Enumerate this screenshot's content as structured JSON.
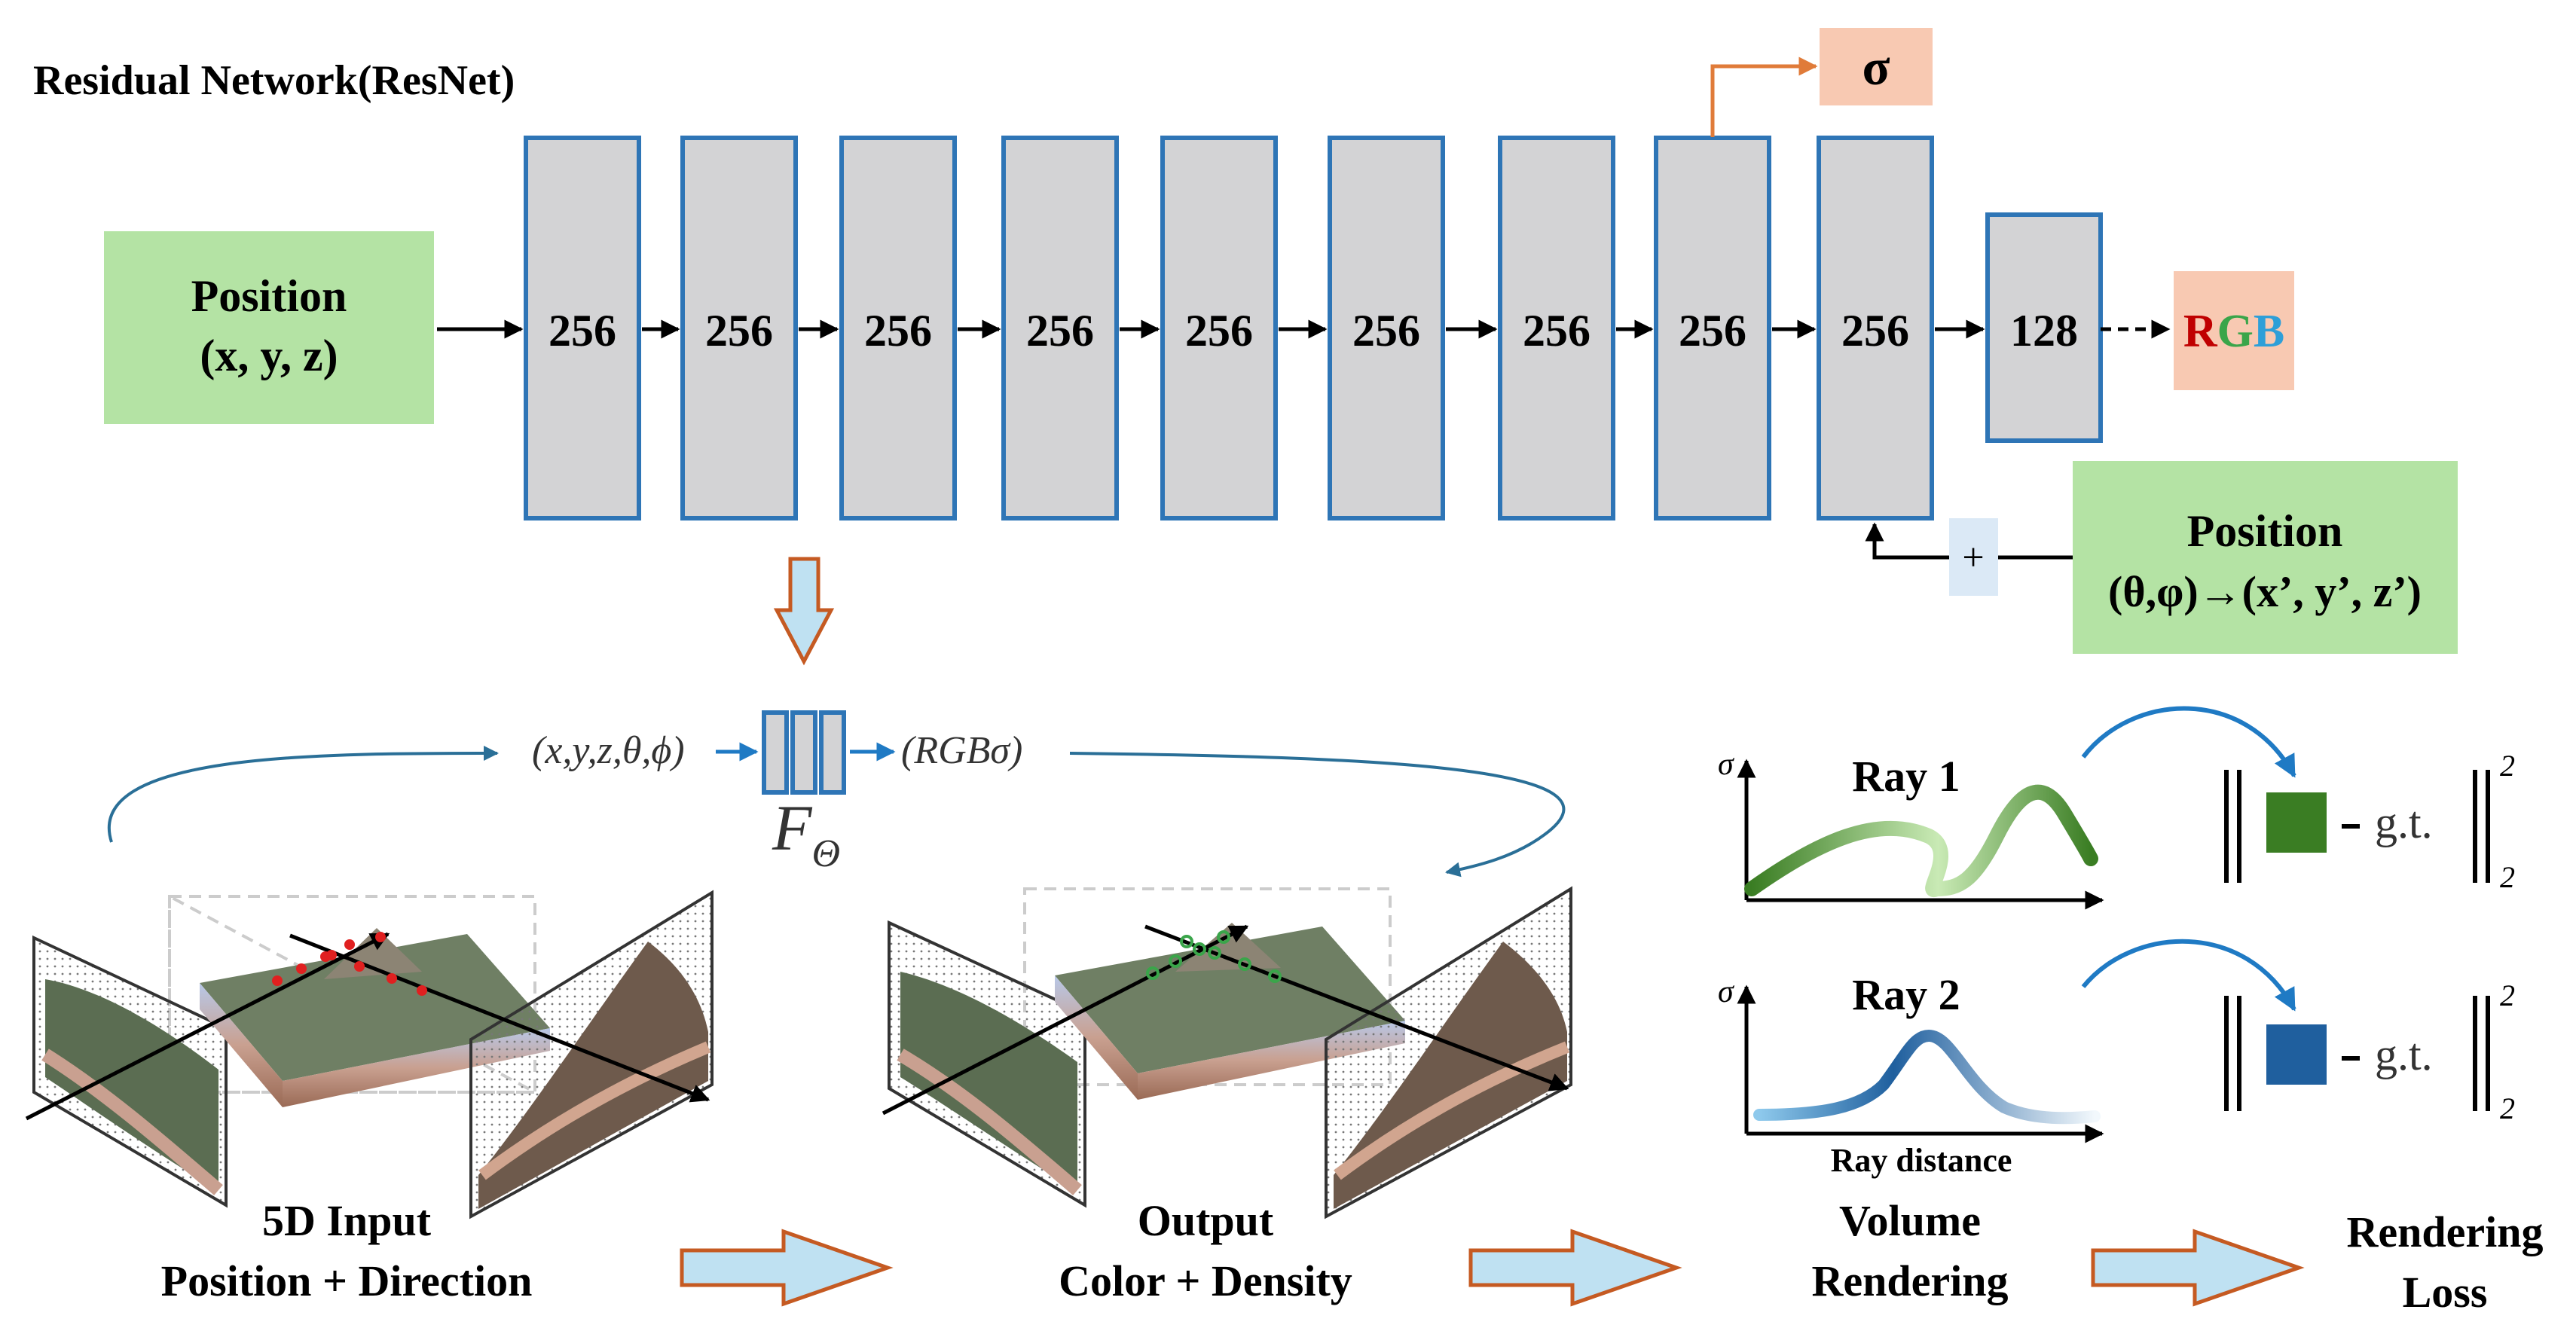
{
  "title": "Residual Network(ResNet)",
  "input_block": {
    "line1": "Position",
    "line2": "(x, y, z)"
  },
  "layers": [
    "256",
    "256",
    "256",
    "256",
    "256",
    "256",
    "256",
    "256",
    "256",
    "128"
  ],
  "sigma_output": "σ",
  "rgb_output": {
    "r": "R",
    "g": "G",
    "b": "B"
  },
  "skip_add": "+",
  "view_block": {
    "line1": "Position",
    "line2": "(θ,φ)→(x’, y’, z’)"
  },
  "nerf": {
    "input_tuple": "(x,y,z,θ,ϕ)",
    "network": "F",
    "network_sub": "Θ",
    "output_tuple": "(RGBσ)"
  },
  "rays": [
    {
      "title": "Ray 1",
      "axis_label": "σ",
      "swatch_color": "#3a7d23"
    },
    {
      "title": "Ray 2",
      "axis_label": "σ",
      "xlabel": "Ray distance",
      "swatch_color": "#1f5f9e"
    }
  ],
  "loss_term": "g.t.",
  "norm_sup": "2",
  "norm_sub": "2",
  "stages": [
    {
      "line1": "5D Input",
      "line2": "Position + Direction"
    },
    {
      "line1": "Output",
      "line2": "Color + Density"
    },
    {
      "line1": "Volume",
      "line2": "Rendering"
    },
    {
      "line1": "Rendering",
      "line2": "Loss"
    }
  ],
  "colors": {
    "layer_fill": "#d3d3d5",
    "layer_stroke": "#2e75b6",
    "position_fill": "#b4e3a4",
    "output_fill": "#f8c9b2",
    "sigma_arrow": "#e07b39",
    "rgb_r": "#c00000",
    "rgb_g": "#3aa54a",
    "rgb_b": "#2e9fd8",
    "flow_arrow_fill": "#bfe1f2",
    "flow_arrow_stroke": "#c55a22"
  }
}
